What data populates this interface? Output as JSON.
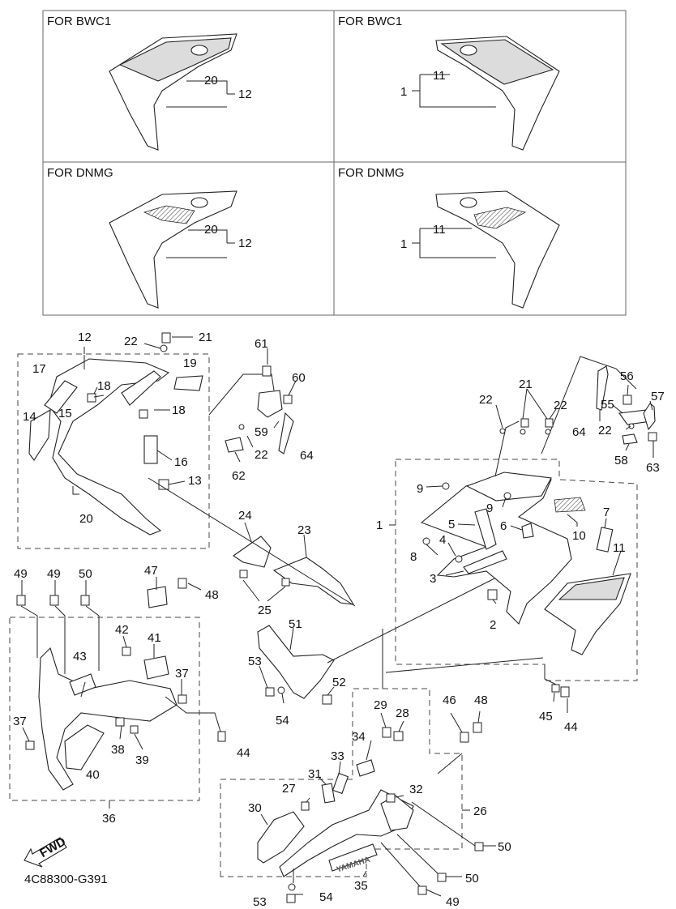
{
  "panels": [
    {
      "header": "FOR BWC1",
      "labels": [
        "20",
        "12"
      ]
    },
    {
      "header": "FOR BWC1",
      "labels": [
        "11",
        "1"
      ]
    },
    {
      "header": "FOR DNMG",
      "labels": [
        "20",
        "12"
      ]
    },
    {
      "header": "FOR DNMG",
      "labels": [
        "11",
        "1"
      ]
    }
  ],
  "callouts": {
    "c12": "12",
    "c22a": "22",
    "c21a": "21",
    "c19": "19",
    "c17": "17",
    "c18a": "18",
    "c18b": "18",
    "c14": "14",
    "c15": "15",
    "c16": "16",
    "c13": "13",
    "c20": "20",
    "c61": "61",
    "c60": "60",
    "c59": "59",
    "c22b": "22",
    "c64a": "64",
    "c62": "62",
    "c24": "24",
    "c23": "23",
    "c25": "25",
    "c49a": "49",
    "c49b": "49",
    "c50a": "50",
    "c47": "47",
    "c48a": "48",
    "c42": "42",
    "c41": "41",
    "c43": "43",
    "c37a": "37",
    "c37b": "37",
    "c38": "38",
    "c39": "39",
    "c40": "40",
    "c44a": "44",
    "c36": "36",
    "c51": "51",
    "c53": "53",
    "c52": "52",
    "c54a": "54",
    "c21b": "21",
    "c22c": "22",
    "c22d": "22",
    "c56": "56",
    "c57": "57",
    "c55": "55",
    "c22e": "22",
    "c64b": "64",
    "c58": "58",
    "c63": "63",
    "c9a": "9",
    "c9b": "9",
    "c5": "5",
    "c6": "6",
    "c7": "7",
    "c1": "1",
    "c10": "10",
    "c4": "4",
    "c8": "8",
    "c11": "11",
    "c3": "3",
    "c2": "2",
    "c45": "45",
    "c44b": "44",
    "c29": "29",
    "c28": "28",
    "c46": "46",
    "c48b": "48",
    "c34": "34",
    "c33": "33",
    "c31": "31",
    "c32": "32",
    "c27": "27",
    "c26": "26",
    "c30": "30",
    "c50b": "50",
    "c50c": "50",
    "c35": "35",
    "c54b": "54",
    "c53b": "53",
    "c49c": "49"
  },
  "fwd_label": "FWD",
  "diagram_code": "4C88300-G391",
  "stamp_text": "YAMAHA"
}
